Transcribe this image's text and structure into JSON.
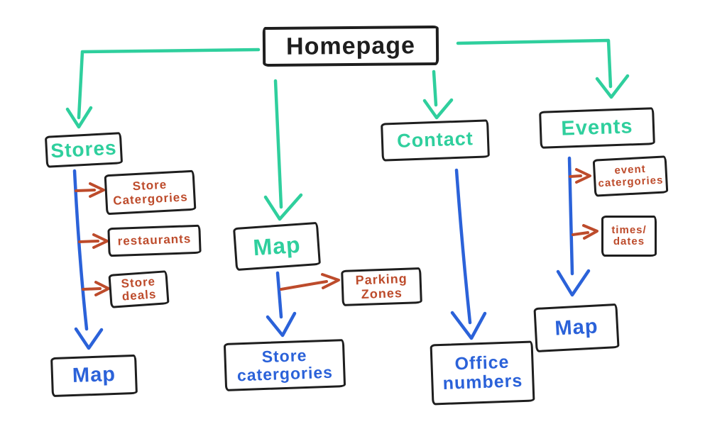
{
  "palette": {
    "ink": "#1e1e1e",
    "green": "#2fcf9d",
    "blue": "#2b62d9",
    "orange": "#bd4b2b",
    "background": "#ffffff"
  },
  "nodes": {
    "homepage": {
      "label": "Homepage"
    },
    "stores": {
      "label": "Stores"
    },
    "store_catergories": {
      "label": "Store\nCatergories"
    },
    "restaurants": {
      "label": "restaurants"
    },
    "store_deals": {
      "label": "Store\ndeals"
    },
    "stores_map": {
      "label": "Map"
    },
    "map": {
      "label": "Map"
    },
    "parking_zones": {
      "label": "Parking\nZones"
    },
    "map_store_catergories": {
      "label": "Store\ncatergories"
    },
    "contact": {
      "label": "Contact"
    },
    "office_numbers": {
      "label": "Office\nnumbers"
    },
    "events": {
      "label": "Events"
    },
    "event_catergories": {
      "label": "event\ncatergories"
    },
    "times_dates": {
      "label": "times/\ndates"
    },
    "events_map": {
      "label": "Map"
    }
  },
  "edges": [
    {
      "from": "Homepage",
      "to": "Stores",
      "color": "green"
    },
    {
      "from": "Homepage",
      "to": "Map",
      "color": "green"
    },
    {
      "from": "Homepage",
      "to": "Contact",
      "color": "green"
    },
    {
      "from": "Homepage",
      "to": "Events",
      "color": "green"
    },
    {
      "from": "Stores",
      "to": "Store Catergories",
      "color": "orange"
    },
    {
      "from": "Stores",
      "to": "restaurants",
      "color": "orange"
    },
    {
      "from": "Stores",
      "to": "Store deals",
      "color": "orange"
    },
    {
      "from": "Stores",
      "to": "Map",
      "color": "blue"
    },
    {
      "from": "Map",
      "to": "Parking Zones",
      "color": "orange"
    },
    {
      "from": "Map",
      "to": "Store catergories",
      "color": "blue"
    },
    {
      "from": "Contact",
      "to": "Office numbers",
      "color": "blue"
    },
    {
      "from": "Events",
      "to": "event catergories",
      "color": "orange"
    },
    {
      "from": "Events",
      "to": "times/dates",
      "color": "orange"
    },
    {
      "from": "Events",
      "to": "Map",
      "color": "blue"
    }
  ]
}
